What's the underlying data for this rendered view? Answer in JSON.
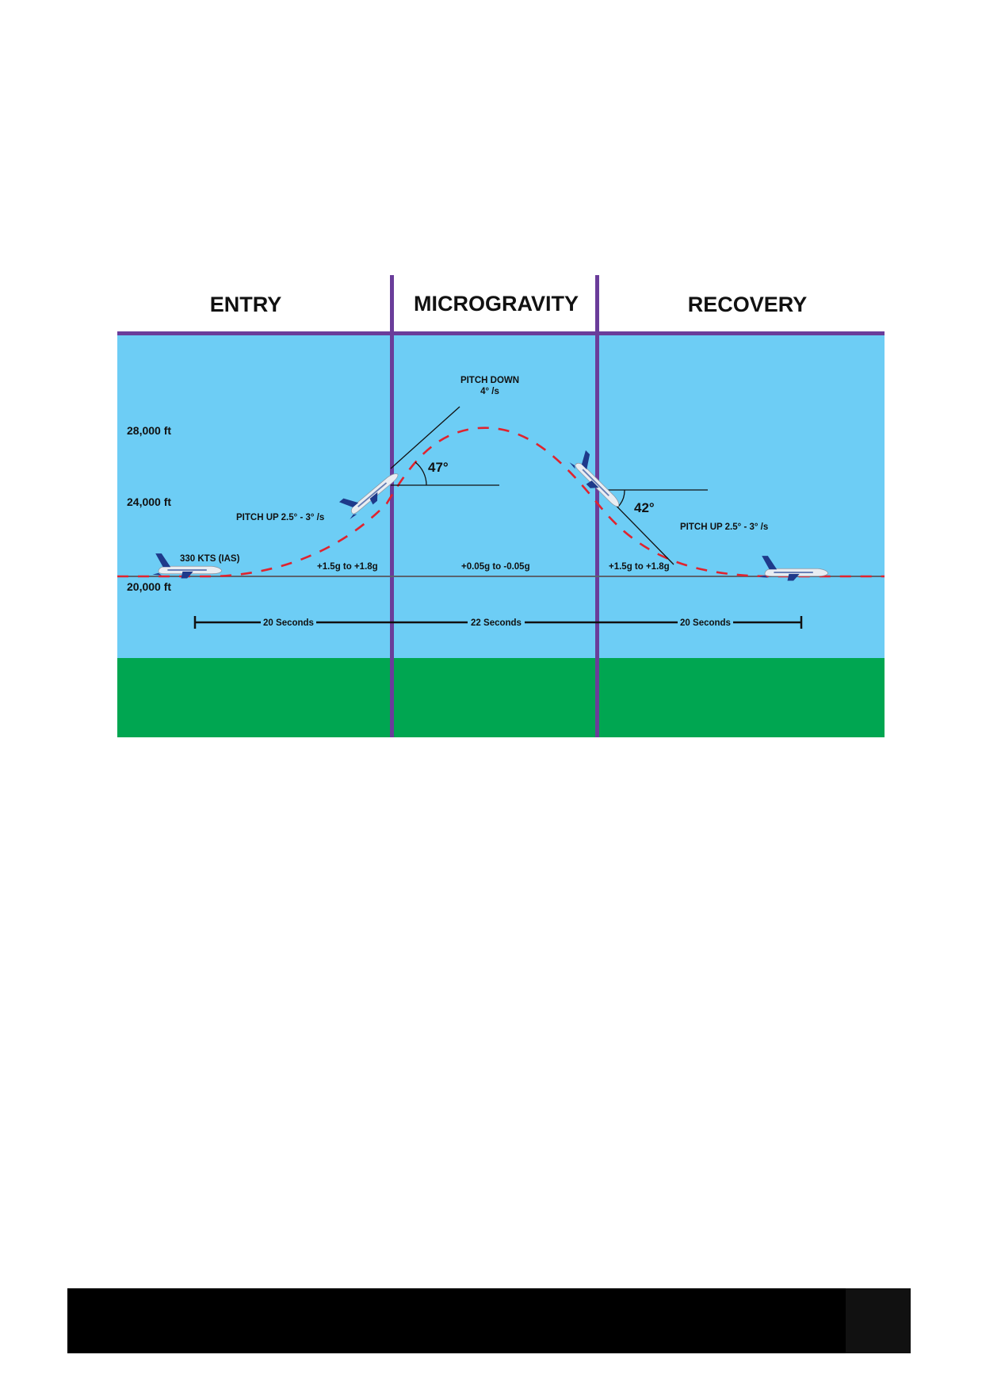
{
  "phases": {
    "entry": "ENTRY",
    "microgravity": "MICROGRAVITY",
    "recovery": "RECOVERY"
  },
  "altitudes": {
    "a28000": "28,000 ft",
    "a24000": "24,000 ft",
    "a20000": "20,000 ft"
  },
  "labels": {
    "pitch_down_line1": "PITCH DOWN",
    "pitch_down_line2": "4° /s",
    "pitch_up_entry": "PITCH UP 2.5° - 3° /s",
    "pitch_up_recovery": "PITCH UP 2.5° - 3° /s",
    "speed": "330 KTS (IAS)",
    "g_entry": "+1.5g to +1.8g",
    "g_micro": "+0.05g to -0.05g",
    "g_recovery": "+1.5g to +1.8g",
    "angle_up": "47°",
    "angle_down": "42°"
  },
  "durations": {
    "entry": "20 Seconds",
    "micro": "22 Seconds",
    "recovery": "20 Seconds"
  },
  "colors": {
    "sky": "#6dcdf5",
    "ground": "#00a651",
    "divider": "#6a3d9a",
    "trajectory": "#e0232e",
    "baseline": "#5a6470"
  }
}
